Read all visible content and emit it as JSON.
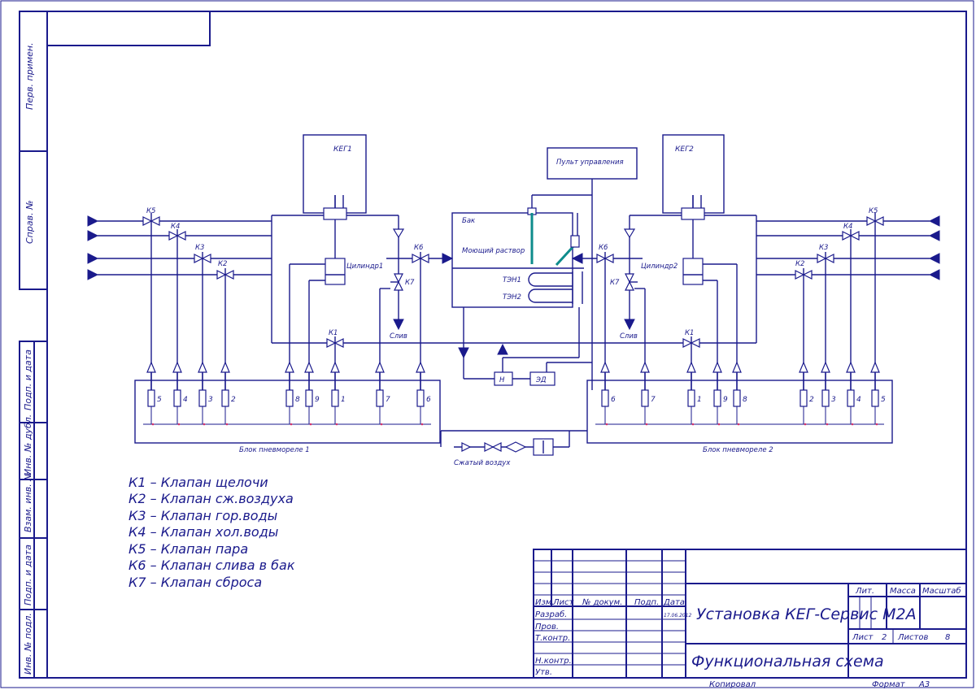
{
  "colors": {
    "ink": "#1a1a8c",
    "teal": "#0e8c8c",
    "marker": "#d6336c",
    "background": "#ffffff"
  },
  "side_strip": {
    "perv_primen": "Перв. примен.",
    "sprav_no": "Справ. №",
    "podp_data_1": "Подп. и дата",
    "inv_dubl": "Инв. № дубл.",
    "vzam_inv": "Взам. инв. №",
    "podp_data_2": "Подп. и дата",
    "inv_podl": "Инв. № подл."
  },
  "diagram": {
    "keg1": "КЕГ1",
    "keg2": "КЕГ2",
    "pult": "Пульт управления",
    "bak": "Бак",
    "moyushchiy": "Моющий раствор",
    "ten1": "ТЭН1",
    "ten2": "ТЭН2",
    "cylinder1": "Цилиндр1",
    "cylinder2": "Цилиндр2",
    "sliv_left": "Слив",
    "sliv_right": "Слив",
    "pump": "Н",
    "motor": "ЭД",
    "block1": "Блок пневмореле 1",
    "block2": "Блок пневмореле 2",
    "compressed_air": "Сжатый воздух",
    "valves_left": {
      "k5": "К5",
      "k4": "К4",
      "k3": "К3",
      "k2": "К2",
      "k6": "К6",
      "k7": "К7",
      "k1": "К1"
    },
    "valves_right": {
      "k5": "К5",
      "k4": "К4",
      "k3": "К3",
      "k2": "К2",
      "k6": "К6",
      "k7": "К7",
      "k1": "К1"
    },
    "relays_left": [
      "5",
      "4",
      "3",
      "2",
      "8",
      "9",
      "1",
      "7",
      "6"
    ],
    "relays_right": [
      "6",
      "7",
      "1",
      "9",
      "8",
      "2",
      "3",
      "4",
      "5"
    ]
  },
  "legend": [
    "К1 – Клапан щелочи",
    "К2 – Клапан сж.воздуха",
    "К3 – Клапан гор.воды",
    "К4 – Клапан хол.воды",
    "К5 – Клапан пара",
    "К6 – Клапан слива в бак",
    "К7 – Клапан сброса"
  ],
  "title_block": {
    "col_izm": "Изм.",
    "col_list": "Лист",
    "col_doc": "№ докум.",
    "col_podp": "Подп.",
    "col_data": "Дата",
    "date_value": "17.06.2012",
    "row_razrab": "Разраб.",
    "row_prov": "Пров.",
    "row_tkontr": "Т.контр.",
    "row_nkontr": "Н.контр.",
    "row_utv": "Утв.",
    "product": "Установка КЕГ-Сервис М2А",
    "doc_title": "Функциональная схема",
    "lit": "Лит.",
    "massa": "Масса",
    "masshtab": "Масштаб",
    "list_label": "Лист",
    "list_value": "2",
    "listov_label": "Листов",
    "listov_value": "8",
    "kopiroval": "Копировал",
    "format_label": "Формат",
    "format_value": "А3"
  }
}
